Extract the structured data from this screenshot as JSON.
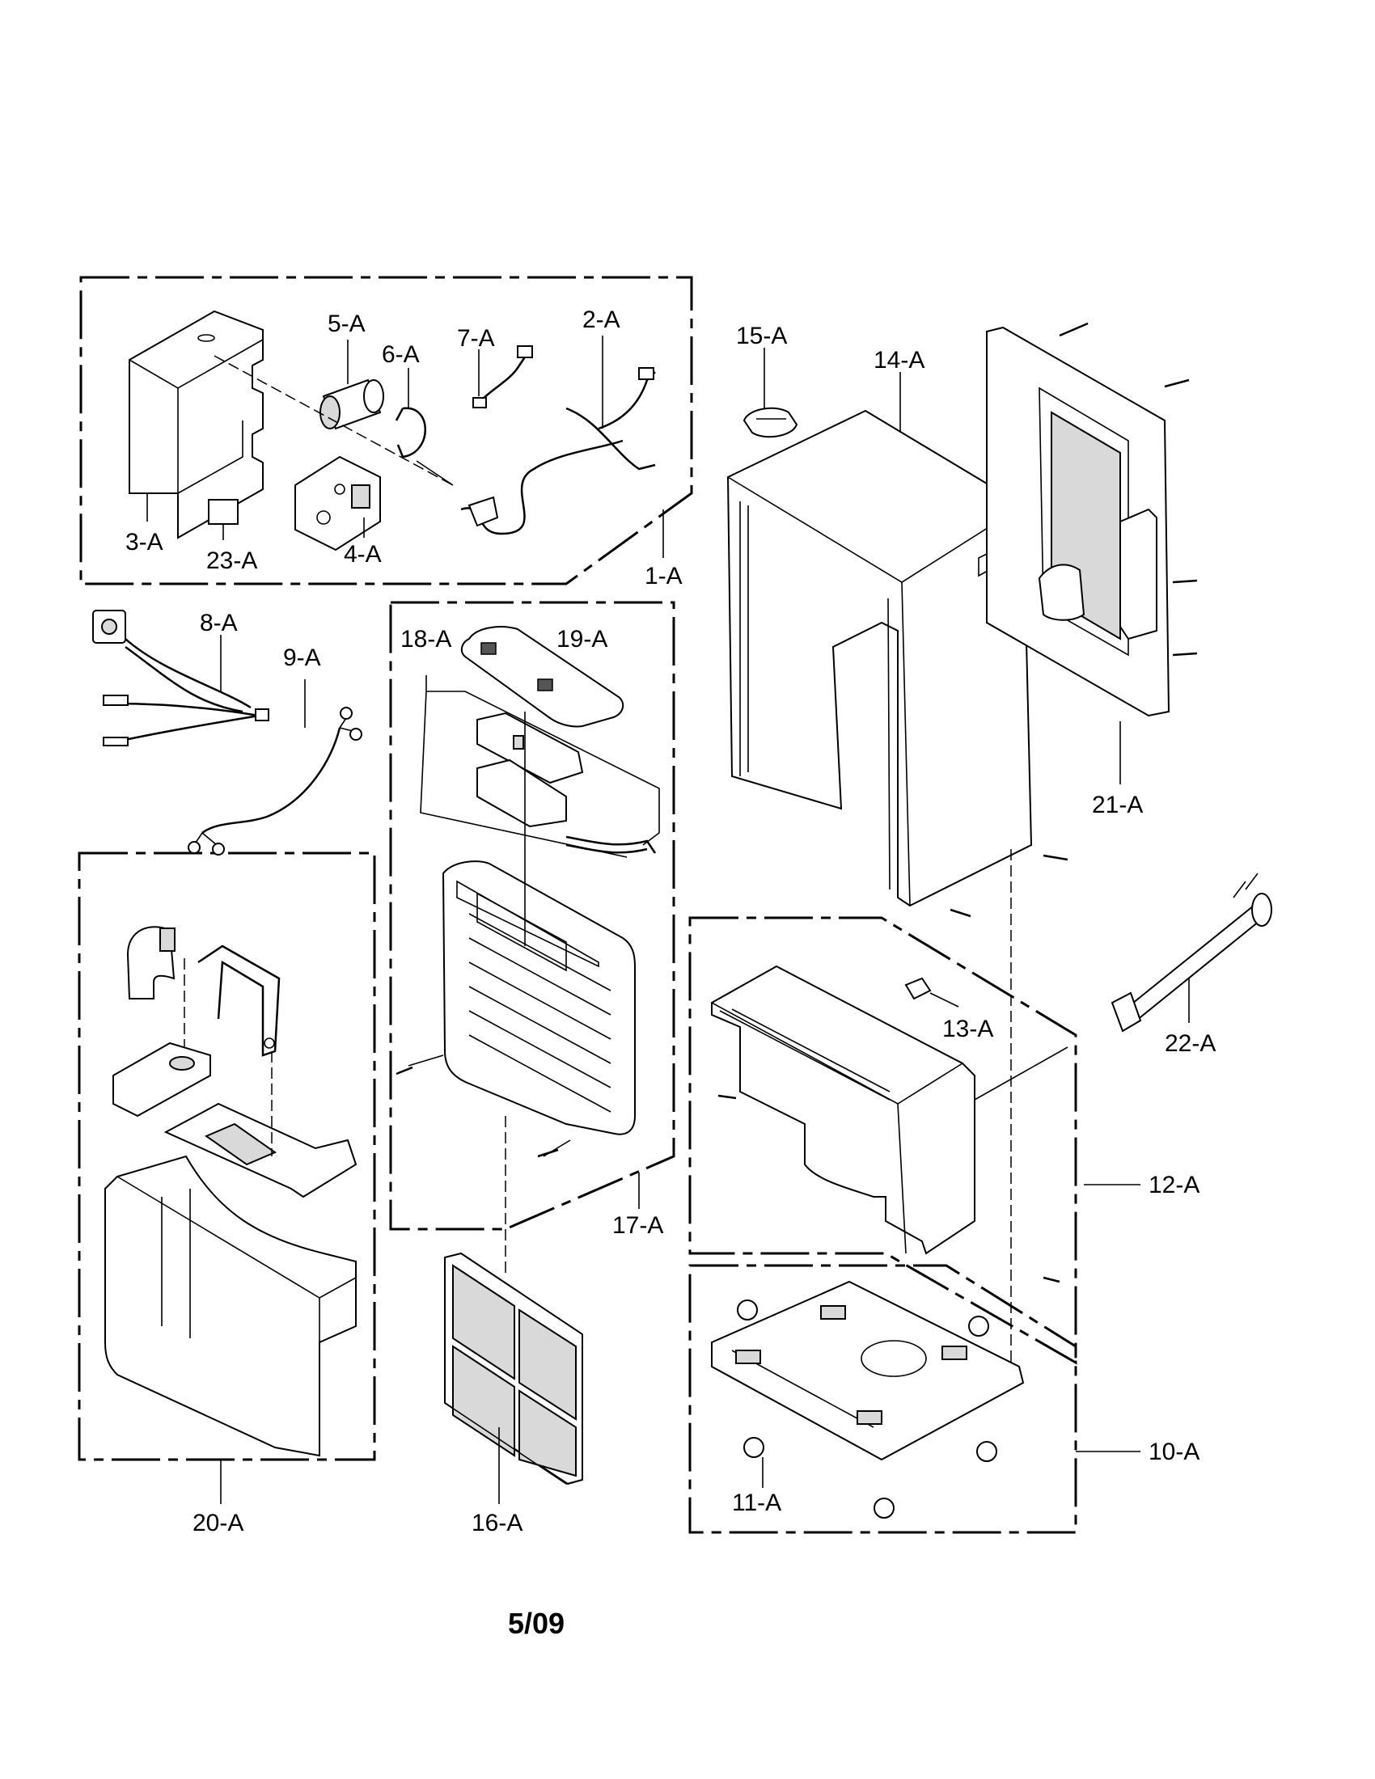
{
  "footer": {
    "date": "5/09"
  },
  "labels": {
    "p1": "1-A",
    "p2": "2-A",
    "p3": "3-A",
    "p4": "4-A",
    "p5": "5-A",
    "p6": "6-A",
    "p7": "7-A",
    "p8": "8-A",
    "p9": "9-A",
    "p10": "10-A",
    "p11": "11-A",
    "p12": "12-A",
    "p13": "13-A",
    "p14": "14-A",
    "p15": "15-A",
    "p16": "16-A",
    "p17": "17-A",
    "p18": "18-A",
    "p19": "19-A",
    "p20": "20-A",
    "p21": "21-A",
    "p22": "22-A",
    "p23": "23-A"
  }
}
